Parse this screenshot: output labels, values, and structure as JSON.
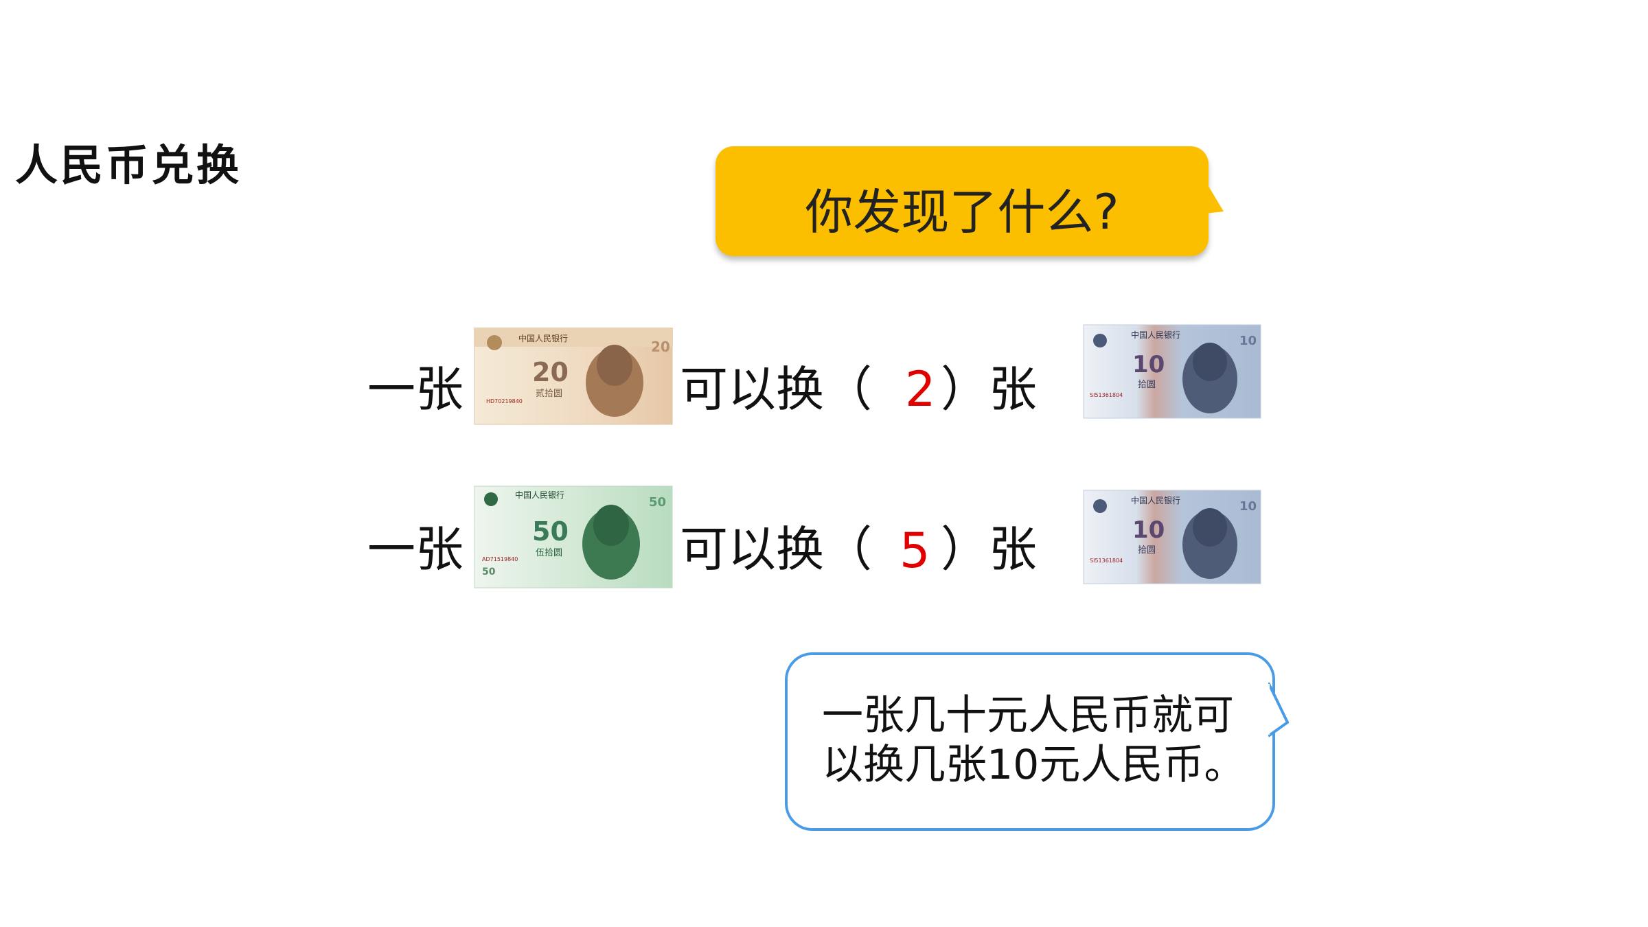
{
  "title": "人民币兑换",
  "question": "你发现了什么?",
  "rows": [
    {
      "prefix": "一张",
      "mid": "可以换（",
      "answer": "2",
      "suffix": "）张",
      "from_note": "20",
      "to_note": "10"
    },
    {
      "prefix": "一张",
      "mid": "可以换（",
      "answer": "5",
      "suffix": "）张",
      "from_note": "50",
      "to_note": "10"
    }
  ],
  "conclusion": [
    "一张几十元人民币就可",
    "以换几张10元人民币。"
  ],
  "banknotes": {
    "header": "中国人民银行",
    "note20": {
      "value": "20",
      "words": "贰拾圆",
      "serial": "HD70219840"
    },
    "note50": {
      "value": "50",
      "words": "伍拾圆",
      "serial": "AD71519840"
    },
    "note10": {
      "value": "10",
      "words": "拾圆",
      "serial": "SI51361804"
    }
  },
  "colors": {
    "bubble": "#fbbf00",
    "note_border": "#4a9be6",
    "answer": "#e00000"
  }
}
